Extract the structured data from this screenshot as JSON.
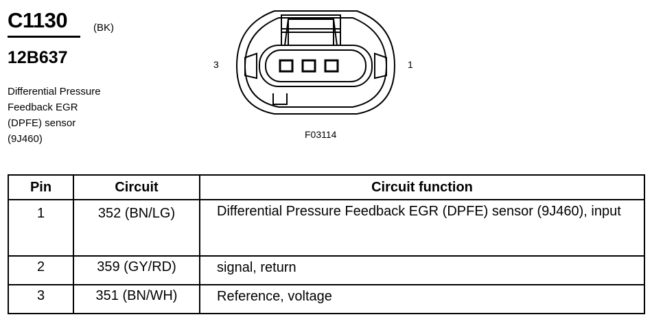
{
  "header": {
    "connector_id": "C1130",
    "connector_color": "(BK)",
    "part_number": "12B637",
    "component_description": "Differential Pressure\nFeedback EGR\n(DPFE) sensor\n(9J460)"
  },
  "diagram": {
    "pin_left_label": "3",
    "pin_right_label": "1",
    "figure_id": "F03114"
  },
  "table": {
    "headers": {
      "pin": "Pin",
      "circuit": "Circuit",
      "function": "Circuit function"
    },
    "rows": [
      {
        "pin": "1",
        "circuit": "352 (BN/LG)",
        "function": "Differential Pressure Feedback EGR (DPFE) sensor (9J460), input"
      },
      {
        "pin": "2",
        "circuit": "359 (GY/RD)",
        "function": "signal, return"
      },
      {
        "pin": "3",
        "circuit": "351 (BN/WH)",
        "function": "Reference, voltage"
      }
    ]
  }
}
